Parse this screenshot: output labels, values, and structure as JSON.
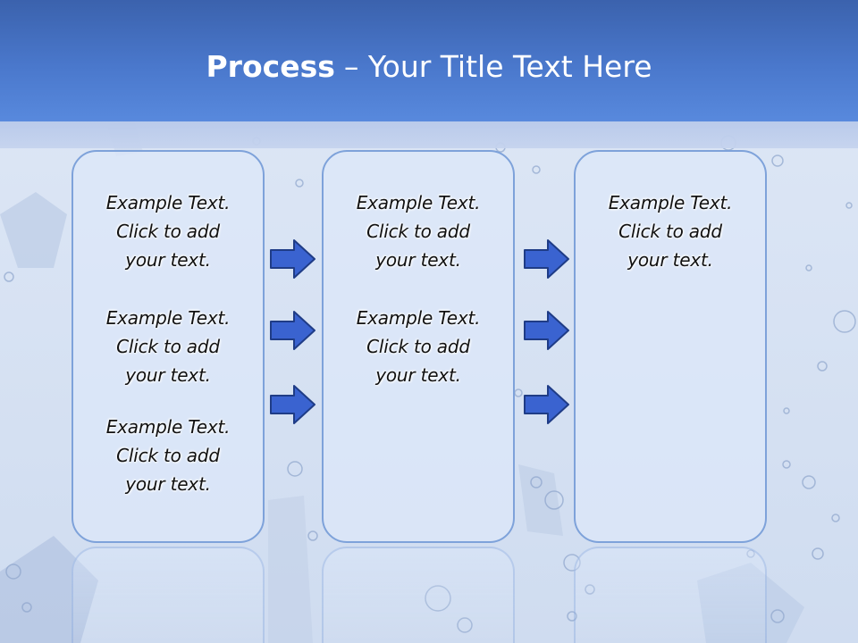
{
  "title": {
    "bold": "Process",
    "rest": "– Your Title Text Here"
  },
  "columns": [
    {
      "blocks": [
        {
          "l1": "Example Text.",
          "l2": "Click  to add",
          "l3": "your text."
        },
        {
          "l1": "Example Text.",
          "l2": "Click  to add",
          "l3": "your text."
        },
        {
          "l1": "Example Text.",
          "l2": "Click  to add",
          "l3": "your text."
        }
      ]
    },
    {
      "blocks": [
        {
          "l1": "Example Text.",
          "l2": "Click  to add",
          "l3": "your text."
        },
        {
          "l1": "Example Text.",
          "l2": "Click  to add",
          "l3": "your text."
        }
      ]
    },
    {
      "blocks": [
        {
          "l1": "Example Text.",
          "l2": "Click  to add",
          "l3": "your text."
        }
      ]
    }
  ],
  "colors": {
    "header": "#4a78cc",
    "box_border": "#7ea2da",
    "arrow_fill": "#3a63d0",
    "arrow_stroke": "#1f3c86"
  },
  "icons": [
    "right-arrow-icon"
  ]
}
